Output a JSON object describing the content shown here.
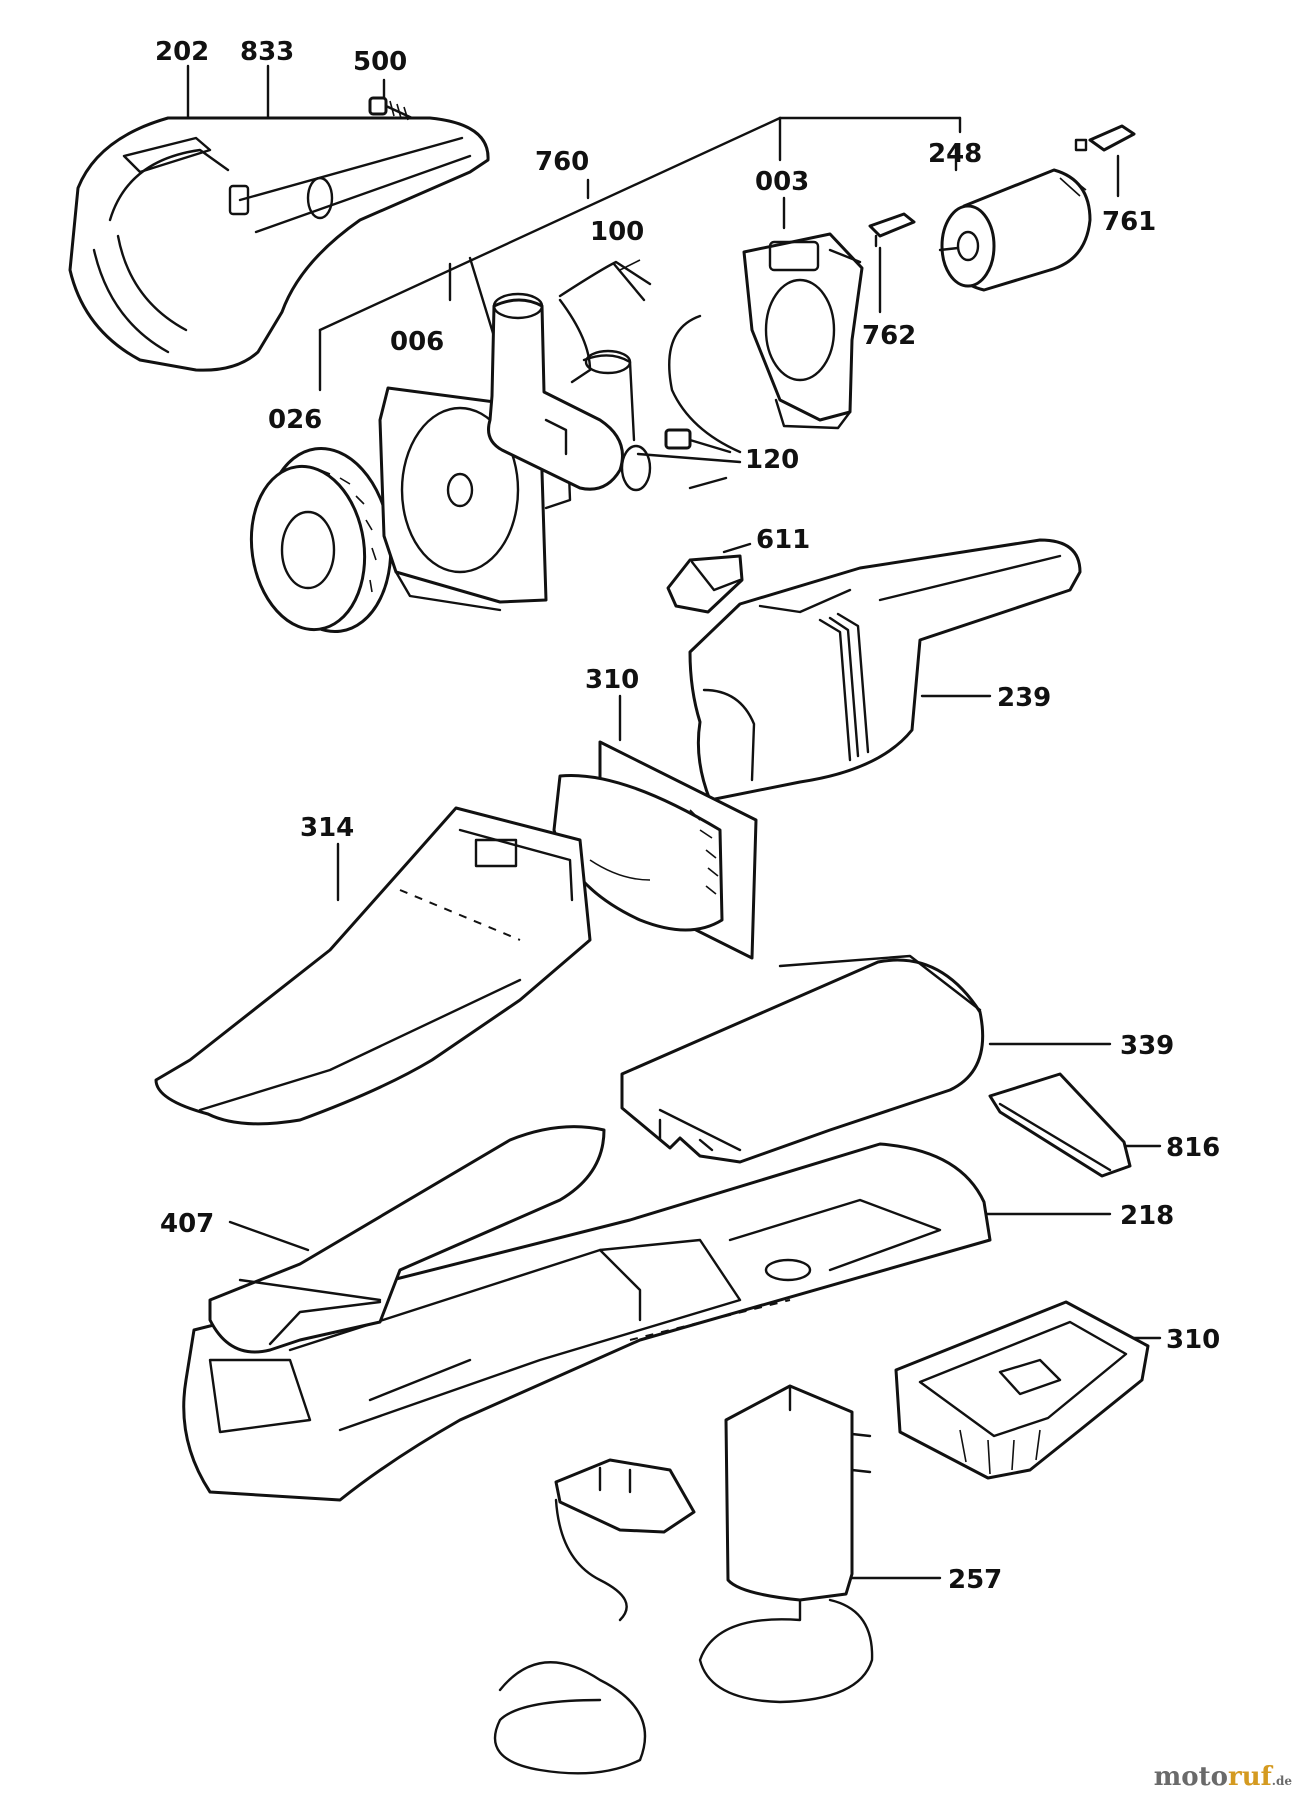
{
  "labels": {
    "p202": "202",
    "p833": "833",
    "p500": "500",
    "p760": "760",
    "p003": "003",
    "p248": "248",
    "p761": "761",
    "p100": "100",
    "p006": "006",
    "p762": "762",
    "p026": "026",
    "p120": "120",
    "p611": "611",
    "p310a": "310",
    "p239": "239",
    "p314": "314",
    "p339": "339",
    "p816": "816",
    "p407": "407",
    "p218": "218",
    "p310b": "310",
    "p257": "257"
  },
  "watermark": {
    "main": "moto",
    "accent": "ruf",
    "tld": ".de"
  }
}
